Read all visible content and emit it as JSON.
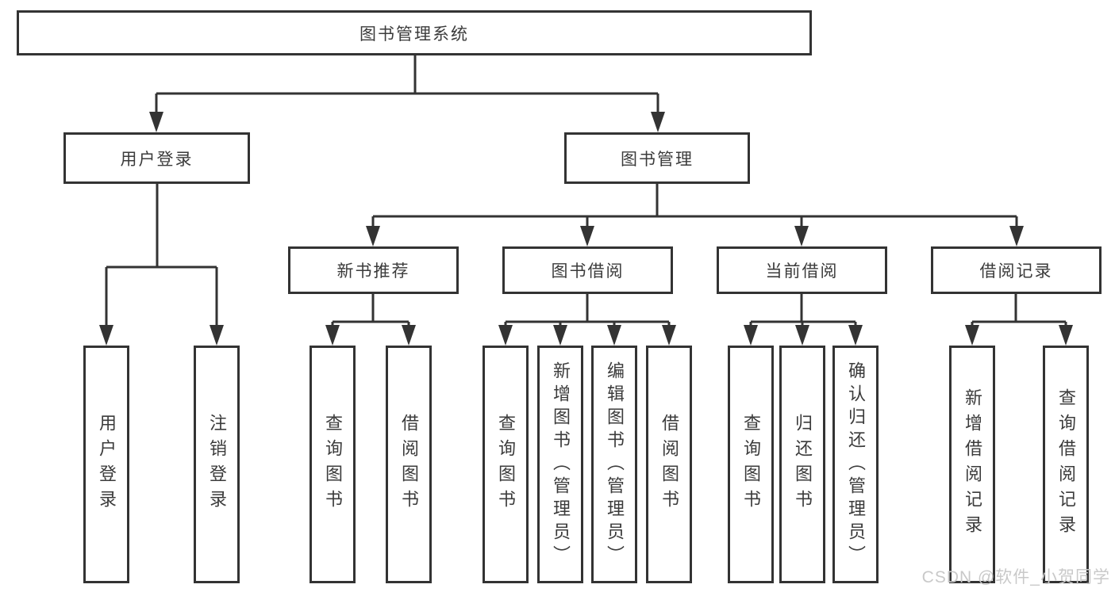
{
  "diagram": {
    "type": "hierarchy-tree",
    "colors": {
      "line": "#333333",
      "box_border": "#333333",
      "box_background": "#ffffff",
      "text": "#3b3b3b",
      "watermark_text": "#c9c9c9"
    },
    "watermark": "CSDN @软件_小贺同学",
    "nodes": {
      "root": {
        "label": "图书管理系统"
      },
      "user_login": {
        "label": "用户登录"
      },
      "book_mgmt": {
        "label": "图书管理"
      },
      "new_book_rec": {
        "label": "新书推荐"
      },
      "book_borrow": {
        "label": "图书借阅"
      },
      "current_borrow": {
        "label": "当前借阅"
      },
      "borrow_records": {
        "label": "借阅记录"
      },
      "leaf_user_login": {
        "label": "用户登录"
      },
      "leaf_logout": {
        "label": "注销登录"
      },
      "leaf_rec_query": {
        "label": "查询图书"
      },
      "leaf_rec_borrow": {
        "label": "借阅图书"
      },
      "leaf_bb_query": {
        "label": "查询图书"
      },
      "leaf_bb_add": {
        "label": "新增图书（管理员）"
      },
      "leaf_bb_edit": {
        "label": "编辑图书（管理员）"
      },
      "leaf_bb_borrow": {
        "label": "借阅图书"
      },
      "leaf_cb_query": {
        "label": "查询图书"
      },
      "leaf_cb_return": {
        "label": "归还图书"
      },
      "leaf_cb_confirm": {
        "label": "确认归还（管理员）"
      },
      "leaf_br_add": {
        "label": "新增借阅记录"
      },
      "leaf_br_query": {
        "label": "查询借阅记录"
      }
    },
    "hierarchy": {
      "图书管理系统": {
        "用户登录": [
          "用户登录",
          "注销登录"
        ],
        "图书管理": {
          "新书推荐": [
            "查询图书",
            "借阅图书"
          ],
          "图书借阅": [
            "查询图书",
            "新增图书（管理员）",
            "编辑图书（管理员）",
            "借阅图书"
          ],
          "当前借阅": [
            "查询图书",
            "归还图书",
            "确认归还（管理员）"
          ],
          "借阅记录": [
            "新增借阅记录",
            "查询借阅记录"
          ]
        }
      }
    }
  }
}
